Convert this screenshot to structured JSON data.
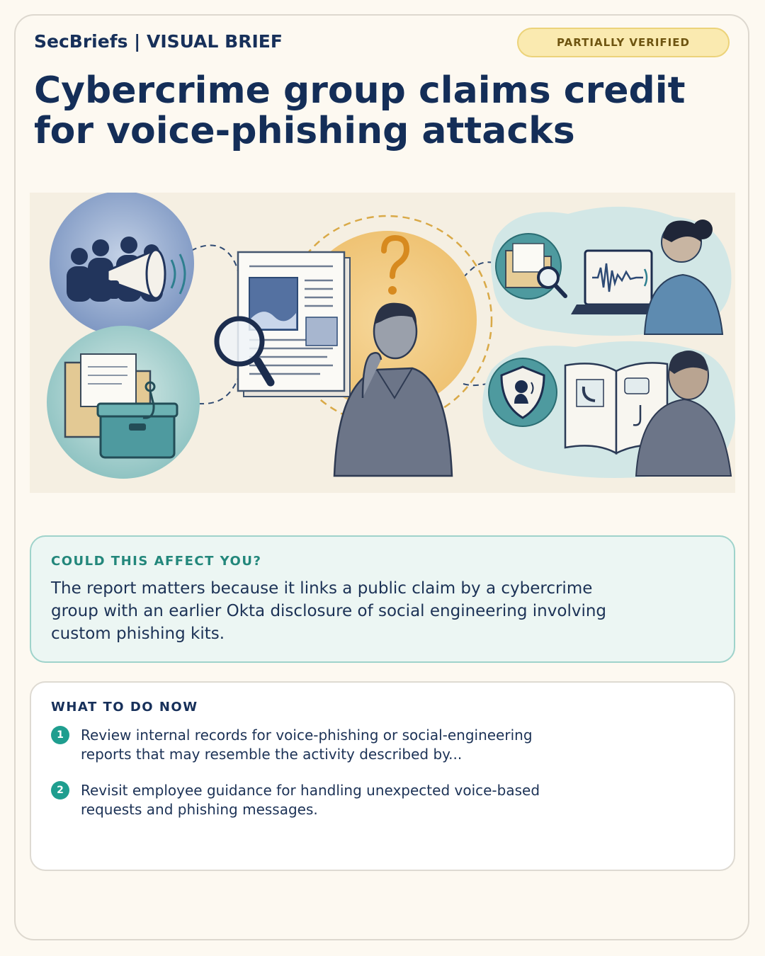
{
  "header": {
    "brand": "SecBriefs | VISUAL BRIEF",
    "badge": "PARTIALLY VERIFIED"
  },
  "headline": "Cybercrime group claims credit for voice-phishing attacks",
  "illustration": {
    "icons": [
      "crowd-megaphone-icon",
      "folder-phishing-kit-icon",
      "news-document-icon",
      "magnifier-icon",
      "question-mark-icon",
      "thinking-person-icon",
      "folder-search-icon",
      "laptop-waveform-icon",
      "shield-voice-icon",
      "guidebook-icon",
      "reading-person-icon"
    ],
    "colors": {
      "teal": "#4e9a9f",
      "navy": "#2d4a75",
      "gold": "#f0c779"
    }
  },
  "affect": {
    "heading": "COULD THIS AFFECT YOU?",
    "body": "The report matters because it links a public claim by a cybercrime group with an earlier Okta disclosure of social engineering involving custom phishing kits."
  },
  "todo": {
    "heading": "WHAT TO DO NOW",
    "steps": [
      {
        "num": "1",
        "text": "Review internal records for voice-phishing or social-engineering reports that may resemble the activity described by..."
      },
      {
        "num": "2",
        "text": "Revisit employee guidance for handling unexpected voice-based requests and phishing messages."
      }
    ]
  }
}
